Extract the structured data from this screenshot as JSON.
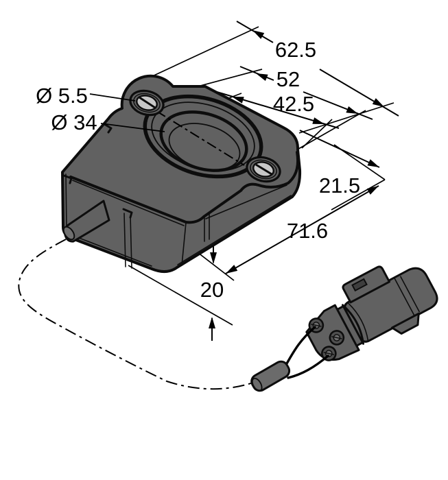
{
  "figure": {
    "kind": "technical-dimension-drawing",
    "labels": {
      "overall_length": "62.5",
      "hole_spacing": "52",
      "inner_spacing": "42.5",
      "mounting_hole_diameter": "Ø 5.5",
      "bore_diameter": "Ø 34",
      "height": "21.5",
      "overall_length_with_cable": "71.6",
      "housing_thickness": "20"
    },
    "colors": {
      "background": "#ffffff",
      "body": "#616161",
      "body_dark": "#595959",
      "outline": "#0d0d0d",
      "screw_face": "#c7c7c7",
      "socket_dark": "#4f4f4f",
      "line": "#000000"
    }
  }
}
